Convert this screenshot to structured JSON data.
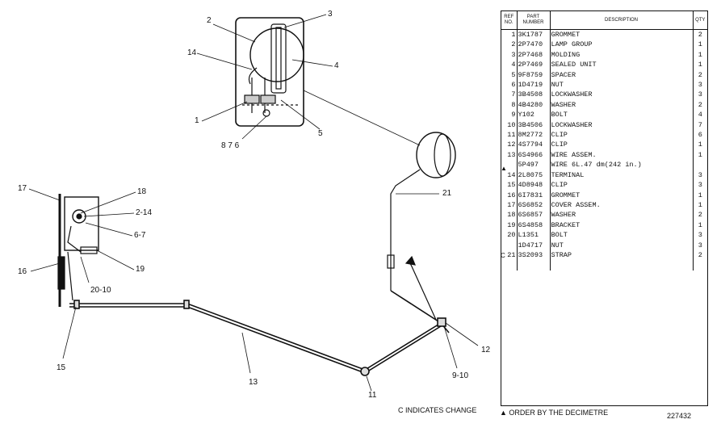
{
  "callouts": {
    "c2": "2",
    "c3": "3",
    "c14": "14",
    "c4": "4",
    "c1": "1",
    "c5": "5",
    "c876": "8 7 6",
    "c17": "17",
    "c18": "18",
    "c214": "2-14",
    "c67": "6-7",
    "c16": "16",
    "c19": "19",
    "c2010": "20-10",
    "c15": "15",
    "c13": "13",
    "c11": "11",
    "c910": "9-10",
    "c12": "12",
    "c21": "21"
  },
  "table": {
    "headers": {
      "ref": "REF NO.",
      "part": "PART NUMBER",
      "desc": "DESCRIPTION",
      "qty": "QTY"
    },
    "rows": [
      {
        "ref": "1",
        "pn": "3K1787",
        "desc": "GROMMET",
        "qty": "2"
      },
      {
        "ref": "2",
        "pn": "2P7470",
        "desc": "LAMP GROUP",
        "qty": "1"
      },
      {
        "ref": "3",
        "pn": "2P7468",
        "desc": "MOLDING",
        "qty": "1"
      },
      {
        "ref": "4",
        "pn": "2P7469",
        "desc": "SEALED UNIT",
        "qty": "1"
      },
      {
        "ref": "5",
        "pn": "9F8759",
        "desc": "SPACER",
        "qty": "2"
      },
      {
        "ref": "6",
        "pn": "1D4719",
        "desc": "NUT",
        "qty": "3"
      },
      {
        "ref": "7",
        "pn": "3B4508",
        "desc": "LOCKWASHER",
        "qty": "3"
      },
      {
        "ref": "8",
        "pn": "4B4280",
        "desc": "WASHER",
        "qty": "2"
      },
      {
        "ref": "9",
        "pn": "Y102",
        "desc": "BOLT",
        "qty": "4"
      },
      {
        "ref": "10",
        "pn": "3B4506",
        "desc": "LOCKWASHER",
        "qty": "7"
      },
      {
        "ref": "11",
        "pn": "8M2772",
        "desc": "CLIP",
        "qty": "6"
      },
      {
        "ref": "12",
        "pn": "4S7794",
        "desc": "CLIP",
        "qty": "1"
      },
      {
        "ref": "13",
        "pn": "6S4966",
        "desc": "WIRE ASSEM.",
        "qty": "1"
      },
      {
        "ref": "",
        "pn": "5P497",
        "desc": "WIRE  6L.47 dm(242 in.)",
        "qty": ""
      },
      {
        "ref": "14",
        "pn": "2L8075",
        "desc": "TERMINAL",
        "qty": "3"
      },
      {
        "ref": "15",
        "pn": "4D8948",
        "desc": "CLIP",
        "qty": "3"
      },
      {
        "ref": "16",
        "pn": "6I7831",
        "desc": "GROMMET",
        "qty": "1"
      },
      {
        "ref": "17",
        "pn": "6S6852",
        "desc": "COVER ASSEM.",
        "qty": "1"
      },
      {
        "ref": "18",
        "pn": "6S6857",
        "desc": "WASHER",
        "qty": "2"
      },
      {
        "ref": "19",
        "pn": "6S4858",
        "desc": "BRACKET",
        "qty": "1"
      },
      {
        "ref": "20",
        "pn": "L1351",
        "desc": "BOLT",
        "qty": "3"
      },
      {
        "ref": "",
        "pn": "1D4717",
        "desc": "NUT",
        "qty": "3"
      },
      {
        "ref": "21",
        "pn": "3S2093",
        "desc": "STRAP",
        "qty": "2"
      }
    ]
  },
  "marks": {
    "wire_mark": "▲",
    "change_mark": "C"
  },
  "footer": {
    "change_note": "C  INDICATES CHANGE",
    "order_note": "▲ ORDER BY THE DECIMETRE",
    "drawing_number": "227432"
  }
}
